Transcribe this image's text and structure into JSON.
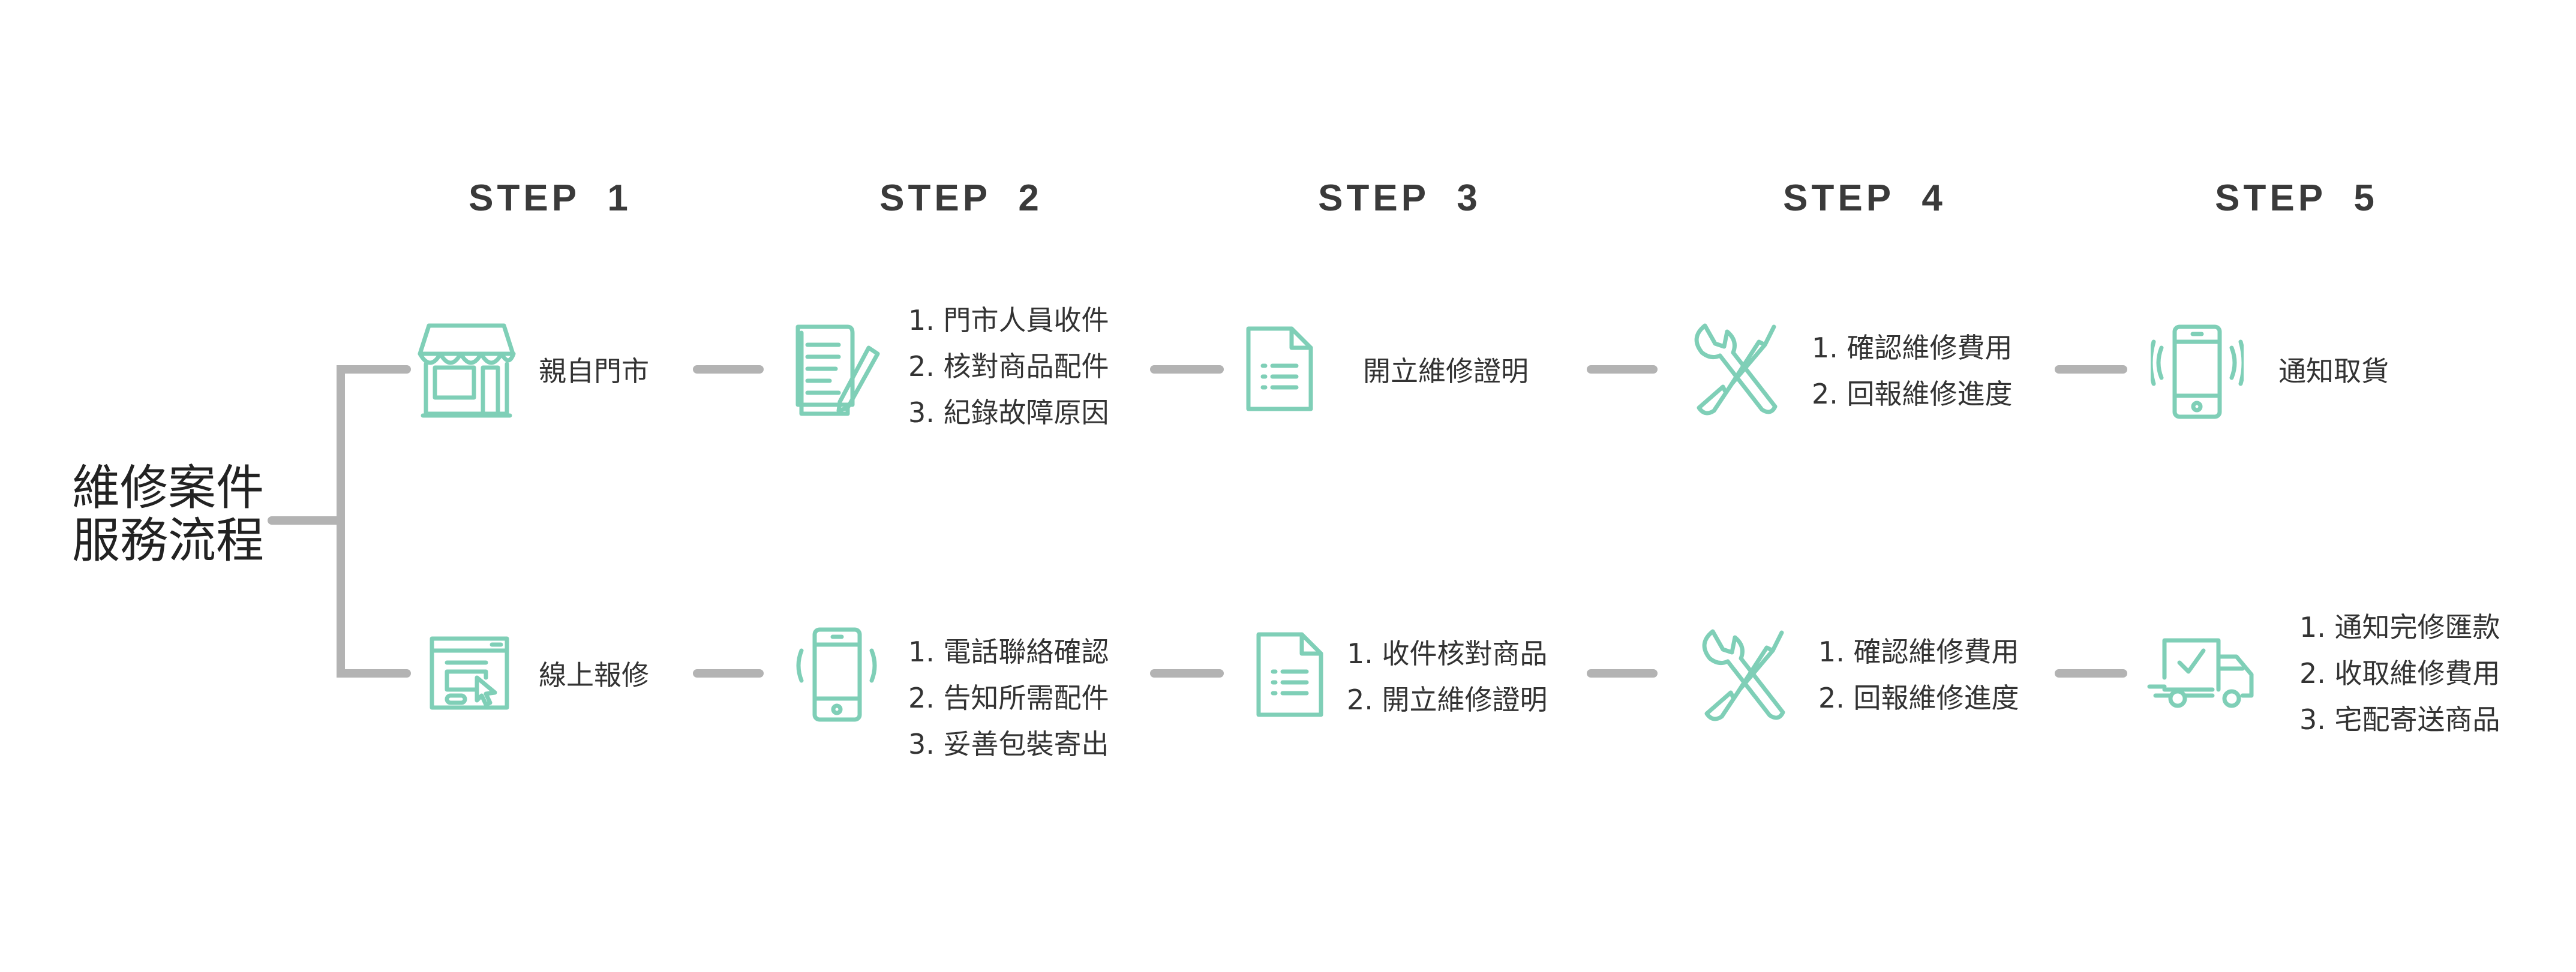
{
  "title": [
    "維修案件",
    "服務流程"
  ],
  "steps": [
    "STEP  1",
    "STEP  2",
    "STEP  3",
    "STEP  4",
    "STEP  5"
  ],
  "top_row": {
    "step1": "親自門市",
    "step2": [
      "1. 門市人員收件",
      "2. 核對商品配件",
      "3. 紀錄故障原因"
    ],
    "step3": "開立維修證明",
    "step4": [
      "1. 確認維修費用",
      "2. 回報維修進度"
    ],
    "step5": "通知取貨"
  },
  "bottom_row": {
    "step1": "線上報修",
    "step2": [
      "1. 電話聯絡確認",
      "2. 告知所需配件",
      "3. 妥善包裝寄出"
    ],
    "step3": [
      "1. 收件核對商品",
      "2. 開立維修證明"
    ],
    "step4": [
      "1. 確認維修費用",
      "2. 回報維修進度"
    ],
    "step5": [
      "1. 通知完修匯款",
      "2. 收取維修費用",
      "3. 宅配寄送商品"
    ]
  },
  "colors": {
    "accent": "#7fcfb7",
    "connector": "#b3b3b3",
    "text": "#333333"
  }
}
